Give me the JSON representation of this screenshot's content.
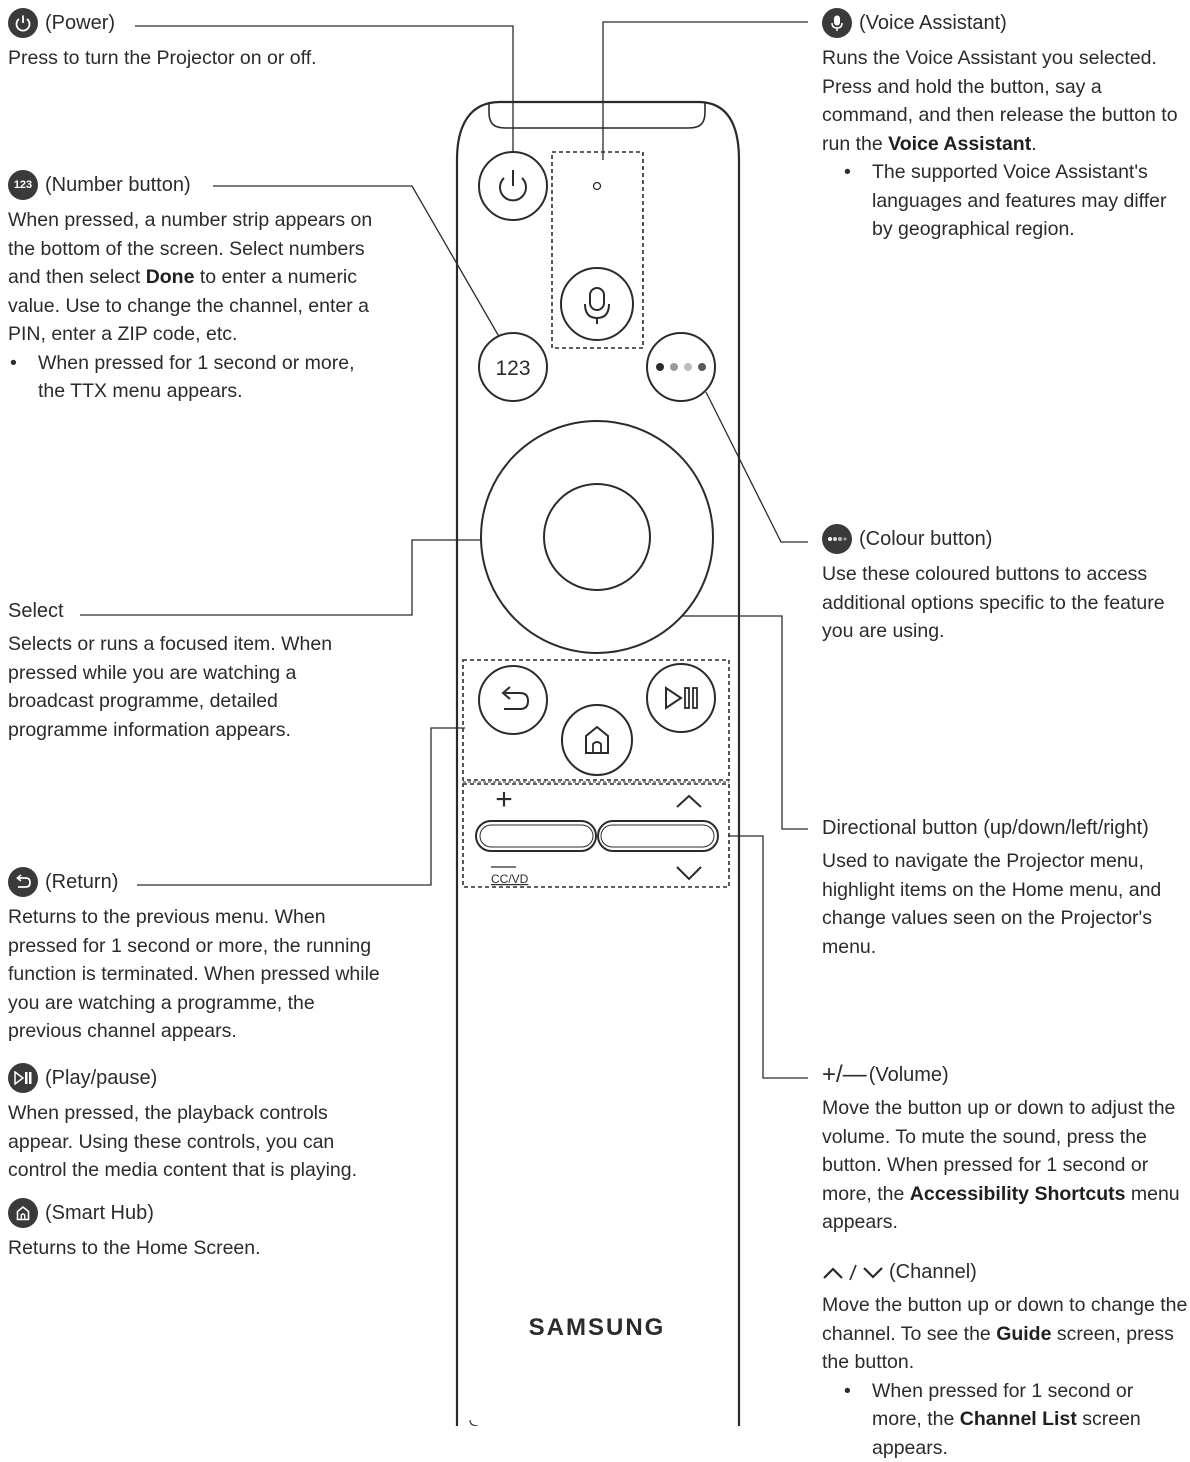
{
  "power": {
    "title": "(Power)",
    "desc": "Press to turn the Projector on or off."
  },
  "voice": {
    "title": "(Voice Assistant)",
    "desc_a": "Runs the Voice Assistant you selected. Press and hold the button, say a command, and then release the button to run the ",
    "desc_bold": "Voice Assistant",
    "desc_b": ".",
    "bullet": "The supported Voice Assistant's languages and features may differ by geographical region."
  },
  "number": {
    "icon_text": "123",
    "title": "(Number button)",
    "desc_a": "When pressed, a number strip appears on the bottom of the screen. Select numbers and then select ",
    "desc_bold": "Done",
    "desc_b": " to enter a numeric value. Use to change the channel, enter a PIN, enter a ZIP code, etc.",
    "bullet": "When pressed for 1 second or more, the TTX menu appears."
  },
  "colour": {
    "title": "(Colour button)",
    "desc": "Use these coloured buttons to access additional options specific to the feature you are using."
  },
  "select": {
    "title": "Select",
    "desc": "Selects or runs a focused item. When pressed while you are watching a broadcast programme, detailed programme information appears."
  },
  "directional": {
    "title": "Directional button (up/down/left/right)",
    "desc": "Used to navigate the Projector menu, highlight items on the Home menu, and change values seen on the Projector's menu."
  },
  "return": {
    "title": "(Return)",
    "desc": "Returns to the previous menu. When pressed for 1 second or more, the running function is terminated. When pressed while you are watching a programme, the previous channel appears."
  },
  "volume": {
    "symbol": "+/—",
    "title": "(Volume)",
    "desc_a": "Move the button up or down to adjust the volume. To mute the sound, press the button. When pressed for 1 second or more, the ",
    "desc_bold": "Accessibility Shortcuts",
    "desc_b": " menu appears."
  },
  "play": {
    "title": "(Play/pause)",
    "desc": "When pressed, the playback controls appear. Using these controls, you can control the media content that is playing."
  },
  "channel": {
    "title": "(Channel)",
    "desc_a": "Move the button up or down to change the channel. To see the ",
    "desc_bold": "Guide",
    "desc_b": " screen, press the button.",
    "bullet_a": "When pressed for 1 second or more, the ",
    "bullet_bold": "Channel List",
    "bullet_b": " screen appears."
  },
  "smarthub": {
    "title": "(Smart Hub)",
    "desc": "Returns to the Home Screen."
  },
  "remote": {
    "brand": "SAMSUNG",
    "number_label": "123",
    "volume_plus": "+",
    "cc_label": "CC/VD"
  }
}
